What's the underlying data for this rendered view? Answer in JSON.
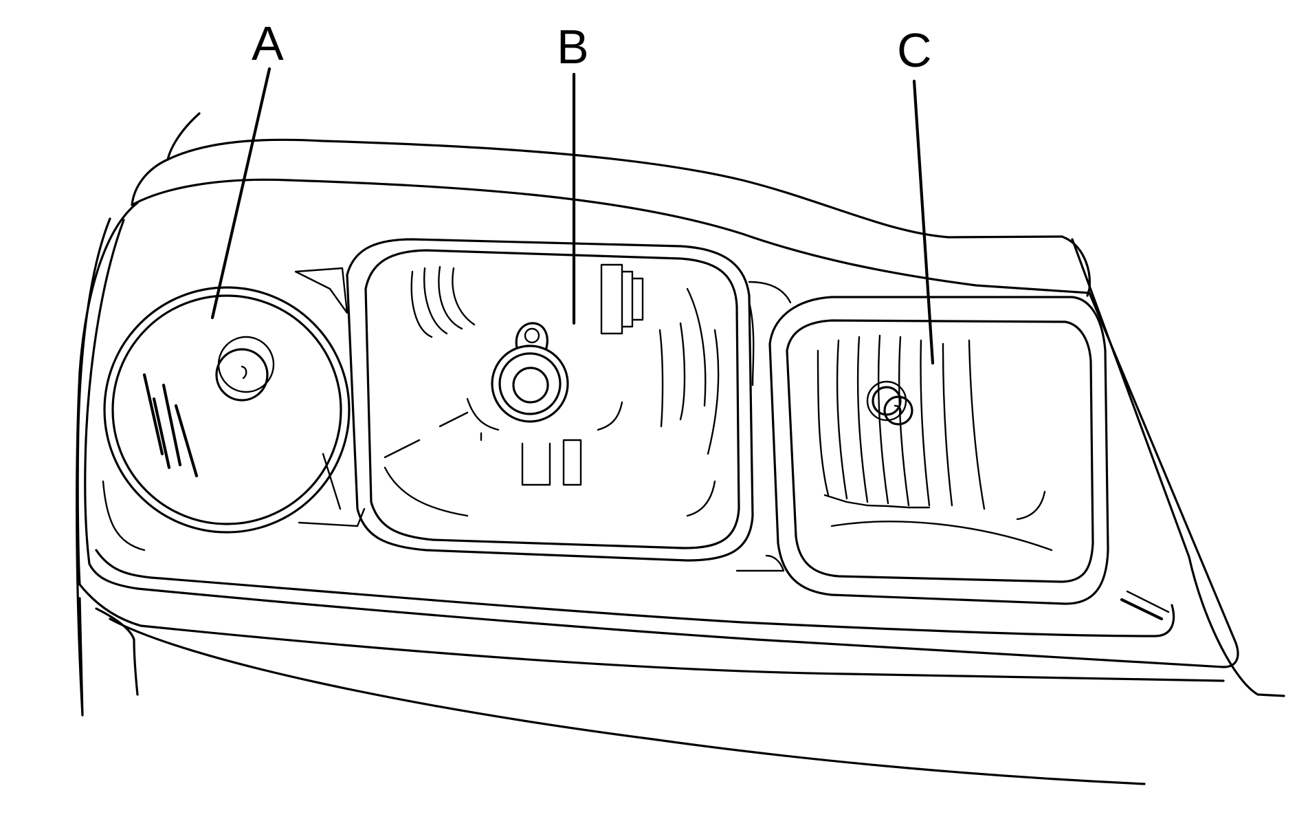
{
  "callouts": [
    {
      "label": "A"
    },
    {
      "label": "B"
    },
    {
      "label": "C"
    }
  ],
  "colors": {
    "line": "#000000",
    "background": "#ffffff"
  }
}
